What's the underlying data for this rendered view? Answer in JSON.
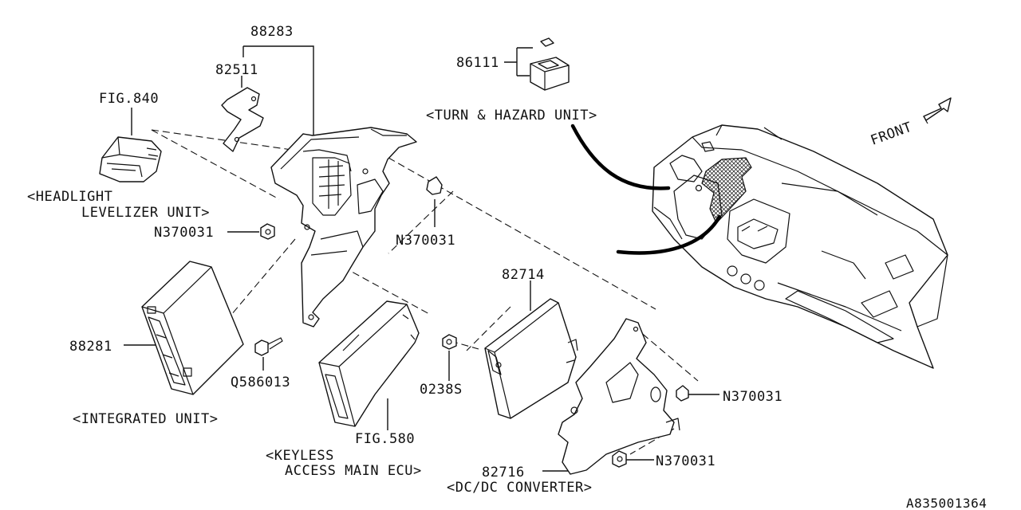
{
  "labels": {
    "p88283": "88283",
    "p82511": "82511",
    "p86111": "86111",
    "fig840": "FIG.840",
    "headlight_1": "<HEADLIGHT",
    "headlight_2": "LEVELIZER UNIT>",
    "turn_hazard": "<TURN & HAZARD UNIT>",
    "front": "FRONT",
    "n370031_a": "N370031",
    "n370031_b": "N370031",
    "n370031_c": "N370031",
    "n370031_d": "N370031",
    "p82714": "82714",
    "p88281": "88281",
    "q586013": "Q586013",
    "p0238s": "0238S",
    "integrated": "<INTEGRATED UNIT>",
    "fig580": "FIG.580",
    "keyless_1": "<KEYLESS",
    "keyless_2": "ACCESS MAIN ECU>",
    "p82716": "82716",
    "dcdc": "<DC/DC CONVERTER>",
    "diagram_id": "A835001364"
  }
}
